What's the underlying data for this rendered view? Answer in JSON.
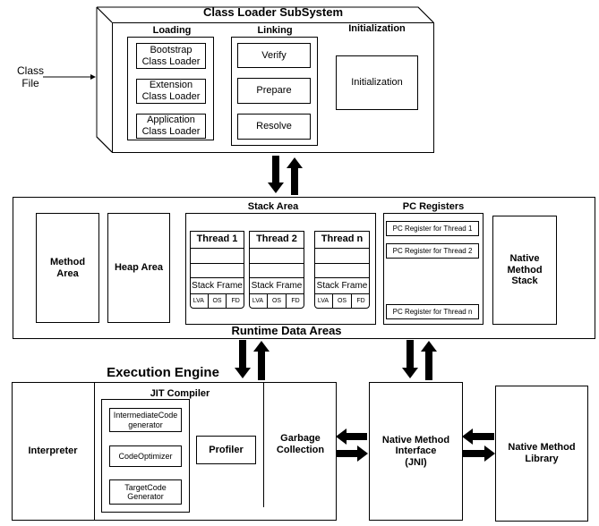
{
  "class_file_label": "Class\nFile",
  "class_loader": {
    "title": "Class Loader SubSystem",
    "loading": {
      "title": "Loading",
      "items": [
        "Bootstrap\nClass Loader",
        "Extension\nClass Loader",
        "Application\nClass Loader"
      ]
    },
    "linking": {
      "title": "Linking",
      "items": [
        "Verify",
        "Prepare",
        "Resolve"
      ]
    },
    "initialization": {
      "title": "Initialization",
      "item": "Initialization"
    }
  },
  "runtime": {
    "title": "Runtime Data Areas",
    "method_area": "Method\nArea",
    "heap_area": "Heap Area",
    "stack_area": {
      "title": "Stack Area",
      "threads": [
        {
          "name": "Thread 1",
          "frame": "Stack Frame",
          "cells": [
            "LVA",
            "OS",
            "FD"
          ]
        },
        {
          "name": "Thread 2",
          "frame": "Stack Frame",
          "cells": [
            "LVA",
            "OS",
            "FD"
          ]
        },
        {
          "name": "Thread n",
          "frame": "Stack Frame",
          "cells": [
            "LVA",
            "OS",
            "FD"
          ]
        }
      ]
    },
    "pc_registers": {
      "title": "PC Registers",
      "items": [
        "PC Register for Thread 1",
        "PC Register for Thread 2",
        "PC Register for Thread n"
      ]
    },
    "native_method_stack": "Native\nMethod\nStack"
  },
  "execution_engine": {
    "title": "Execution Engine",
    "interpreter": "Interpreter",
    "jit": {
      "title": "JIT Compiler",
      "items": [
        "IntermediateCode\ngenerator",
        "CodeOptimizer",
        "TargetCode\nGenerator"
      ],
      "profiler": "Profiler"
    },
    "garbage_collection": "Garbage\nCollection"
  },
  "native_interface": "Native Method\nInterface\n(JNI)",
  "native_library": "Native Method\nLibrary"
}
